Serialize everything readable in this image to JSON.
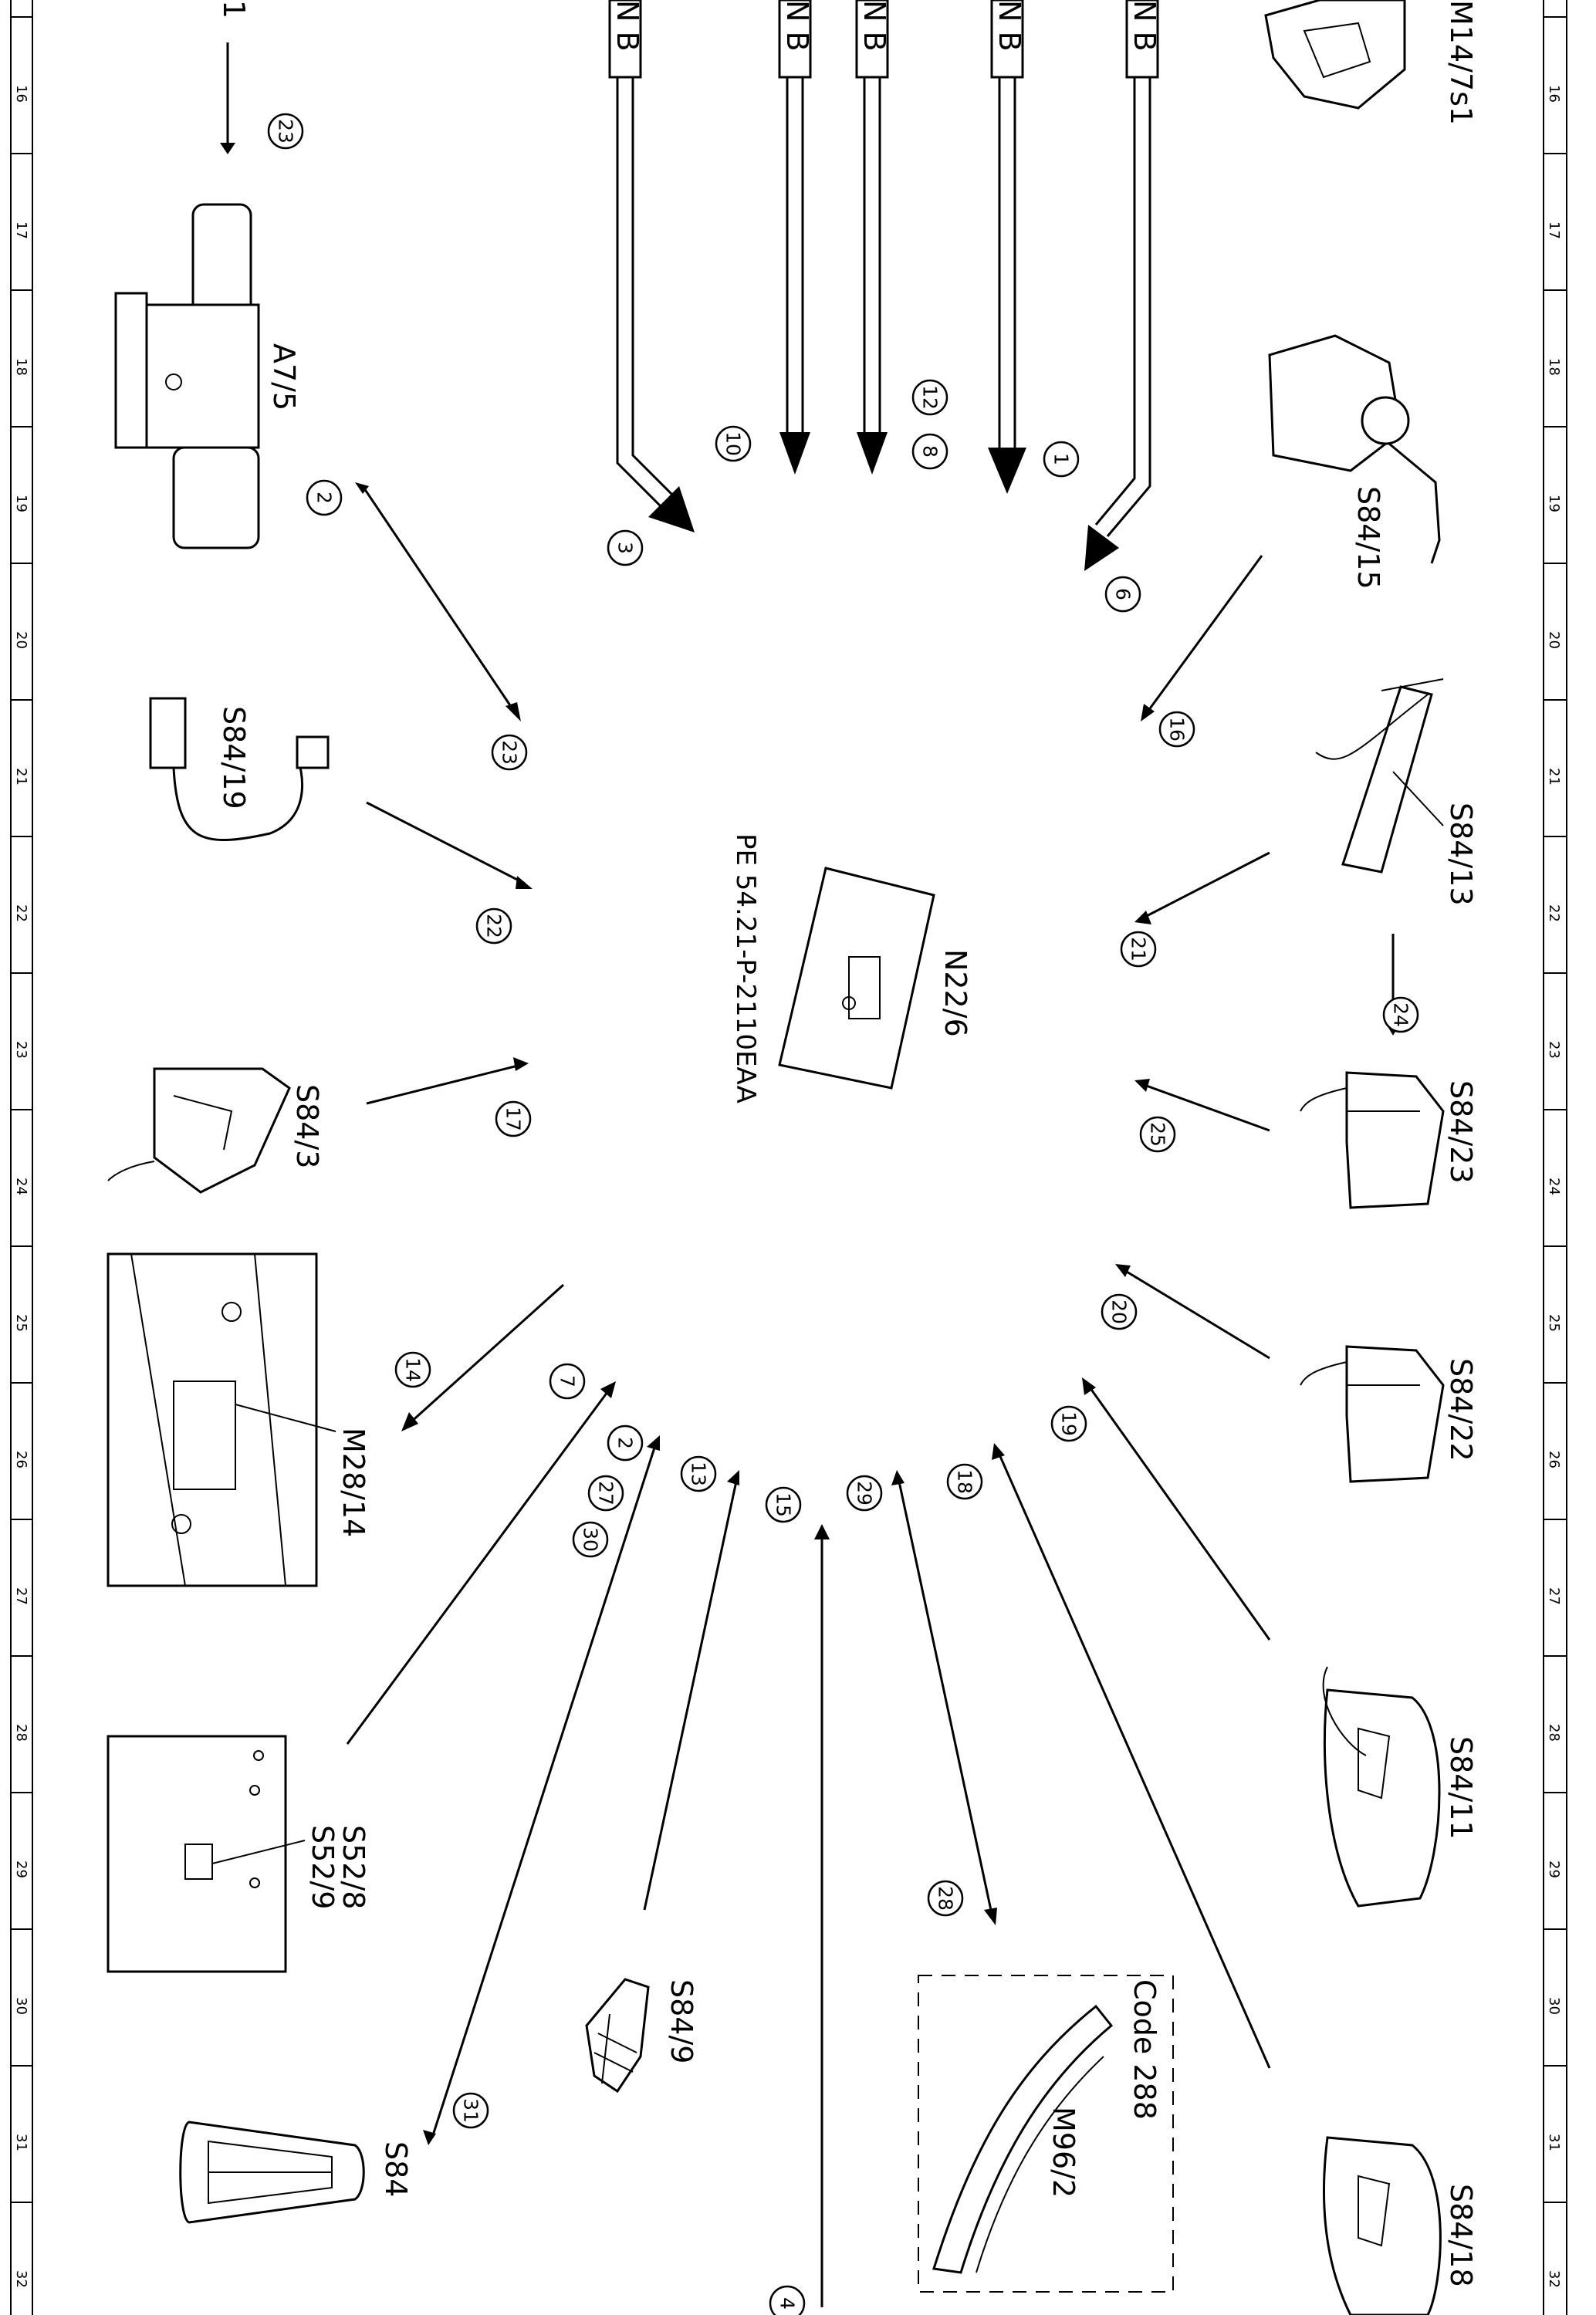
{
  "ruler_ticks": [
    "16",
    "17",
    "18",
    "19",
    "20",
    "21",
    "22",
    "23",
    "24",
    "25",
    "26",
    "27",
    "28",
    "29",
    "30",
    "31",
    "32"
  ],
  "bus_codes": [
    "N B",
    "N B",
    "N B",
    "N B",
    "N B"
  ],
  "center_ref": "PE 54.21-P-2110EAA",
  "code_box": "Code 288",
  "components": {
    "a7_5": "A7/5",
    "s84_19": "S84/19",
    "n22_6": "N22/6",
    "s84_3": "S84/3",
    "m28_14": "M28/14",
    "s52": "S52/8\nS52/9",
    "s52_8": "S52/8",
    "s52_9": "S52/9",
    "s84_9": "S84/9",
    "s84": "S84",
    "m96_2": "M96/2",
    "m14_7s1": "M14/7s1",
    "s84_15": "S84/15",
    "s84_13": "S84/13",
    "s84_23": "S84/23",
    "s84_22": "S84/22",
    "s84_11": "S84/11",
    "s84_18": "S84/18",
    "corner": "1"
  },
  "callouts": [
    "23",
    "2",
    "23",
    "22",
    "17",
    "14",
    "7",
    "2",
    "27",
    "30",
    "13",
    "15",
    "29",
    "18",
    "28",
    "31",
    "4",
    "10",
    "3",
    "12",
    "8",
    "1",
    "6",
    "16",
    "21",
    "24",
    "25",
    "20",
    "19"
  ]
}
